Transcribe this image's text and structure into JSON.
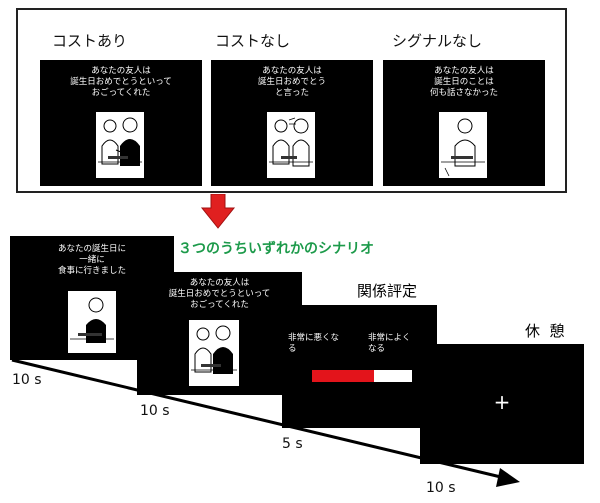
{
  "conditions": [
    {
      "label": "コストあり",
      "text": "あなたの友人は\n誕生日おめでとうといって\nおごってくれた"
    },
    {
      "label": "コストなし",
      "text": "あなたの友人は\n誕生日おめでとう\nと言った"
    },
    {
      "label": "シグナルなし",
      "text": "あなたの友人は\n誕生日のことは\n何も話さなかった"
    }
  ],
  "sequence": {
    "intro_text": "あなたの誕生日に\n一緒に\n食事に行きました",
    "scenario_caption": "３つのうちいずれかのシナリオ",
    "scenario_text": "あなたの友人は\n誕生日おめでとうといって\nおごってくれた",
    "rating_title": "関係評定",
    "rating_left": "非常に悪くな\nる",
    "rating_right": "非常によく\nなる",
    "rating_value": 0.62,
    "rest_title": "休  憩",
    "fixation": "+",
    "timings": [
      "10 s",
      "10 s",
      "5 s",
      "10 s"
    ]
  },
  "colors": {
    "arrow": "#e02020",
    "slider": "#e3141b",
    "scenario": "#1c9a4a"
  }
}
